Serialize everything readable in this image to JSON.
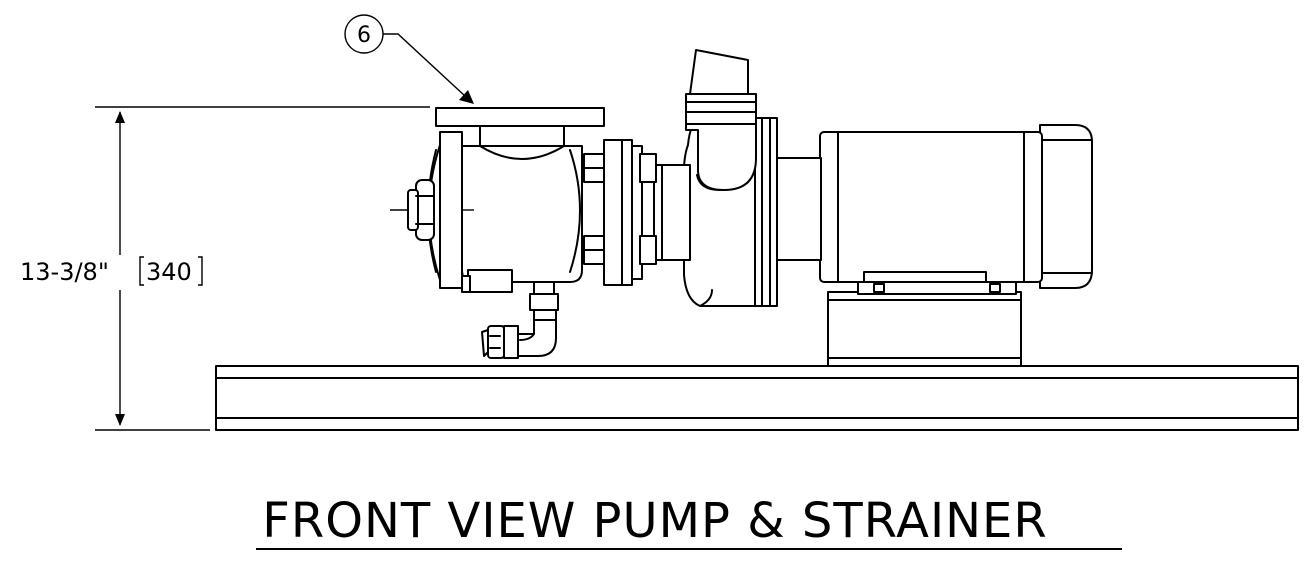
{
  "drawing": {
    "view_title": "FRONT VIEW PUMP & STRAINER",
    "dimension": {
      "imperial": "13-3/8\"",
      "metric": "340"
    },
    "balloon": {
      "item_number": "6"
    }
  }
}
